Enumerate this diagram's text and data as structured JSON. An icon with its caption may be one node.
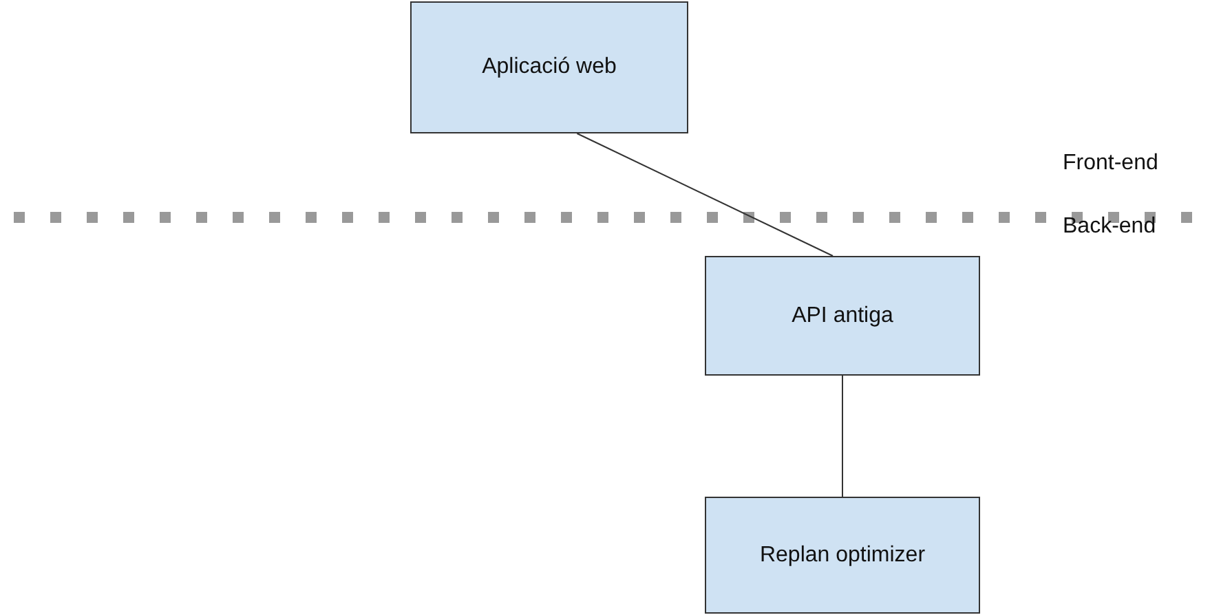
{
  "diagram": {
    "nodes": [
      {
        "text": [
          "Aplicació web"
        ]
      },
      {
        "text": [
          "API antiga"
        ]
      },
      {
        "text": [
          "Replan optimizer"
        ]
      }
    ],
    "edges": [
      {
        "from": 0,
        "to": 1,
        "arrow": "none"
      },
      {
        "from": 1,
        "to": 2,
        "arrow": "none"
      }
    ],
    "labels": [
      "Front-end",
      "Back-end"
    ]
  }
}
